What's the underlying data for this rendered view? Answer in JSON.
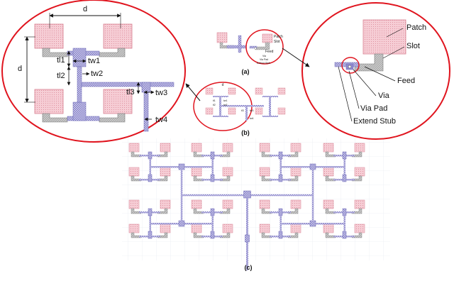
{
  "diagram": {
    "colors": {
      "patch_fill": "#f6cdd5",
      "patch_edge": "#d77f90",
      "feed_line": "#b7b3e0",
      "feed_edge": "#6b66b5",
      "via_stub": "#8f89cf",
      "slot_stub": "#9e9e9e",
      "circle": "#e0141e",
      "grid": "#eef0f5"
    },
    "panel_a": {
      "caption": "(a)",
      "labels": [
        "Patch",
        "Slot",
        "Feed",
        "Via",
        "Via Pad",
        "Extend Stub"
      ]
    },
    "panel_b": {
      "caption": "(b)",
      "labels": [
        "d",
        "tl1",
        "tw1",
        "tl2",
        "tw2",
        "tl3",
        "tw3",
        "tw4"
      ]
    },
    "panel_c": {
      "caption": "(c)"
    },
    "zoom_left": {
      "labels": {
        "d_horizontal": "d",
        "d_vertical": "d",
        "tl1": "tl1",
        "tw1": "tw1",
        "tl2": "tl2",
        "tw2": "tw2",
        "tl3": "tl3",
        "tw3": "tw3",
        "tw4": "tw4"
      }
    },
    "zoom_right": {
      "labels": {
        "patch": "Patch",
        "slot": "Slot",
        "feed": "Feed",
        "via": "Via",
        "via_pad": "Via Pad",
        "extend_stub": "Extend Stub"
      }
    }
  }
}
